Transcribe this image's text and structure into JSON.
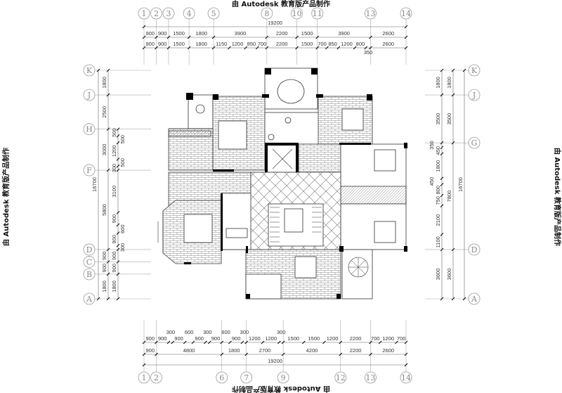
{
  "watermark": "由 Autodesk 教育版产品制作",
  "top": {
    "axes": [
      {
        "id": "1",
        "mm": 0
      },
      {
        "id": "2",
        "mm": 900
      },
      {
        "id": "3",
        "mm": 1800
      },
      {
        "id": "4",
        "mm": 3300
      },
      {
        "id": "5",
        "mm": 5100
      },
      {
        "id": "8",
        "mm": 9000
      },
      {
        "id": "10",
        "mm": 11200
      },
      {
        "id": "11",
        "mm": 12700
      },
      {
        "id": "13",
        "mm": 16600
      },
      {
        "id": "14",
        "mm": 19200
      }
    ],
    "overall": [
      "19200"
    ],
    "row1": [
      "900",
      "900",
      "1500",
      "1800",
      "3900",
      "2200",
      "1500",
      "3900",
      "2600"
    ],
    "row2": [
      "900",
      "900",
      "1500",
      "1800",
      "1150",
      "1200",
      "850",
      "700",
      "2200",
      "1500",
      "700",
      "850",
      "1200",
      "800",
      "350",
      "2600"
    ]
  },
  "bottom": {
    "axes": [
      {
        "id": "1",
        "mm": 0
      },
      {
        "id": "2",
        "mm": 900
      },
      {
        "id": "6",
        "mm": 5700
      },
      {
        "id": "7",
        "mm": 7500
      },
      {
        "id": "9",
        "mm": 10200
      },
      {
        "id": "12",
        "mm": 14400
      },
      {
        "id": "13",
        "mm": 16600
      },
      {
        "id": "14",
        "mm": 19200
      }
    ],
    "row1": [
      "900",
      "900",
      "300",
      "900",
      "600",
      "900",
      "300",
      "900",
      "600",
      "900",
      "300",
      "1200",
      "1200",
      "300",
      "1500",
      "1500",
      "1200",
      "2200",
      "700",
      "1200",
      "700"
    ],
    "row2": [
      "900",
      "4800",
      "1800",
      "2700",
      "4200",
      "2200",
      "2600"
    ],
    "overall": [
      "19200"
    ]
  },
  "left": {
    "axes": [
      {
        "id": "A",
        "mm": 0
      },
      {
        "id": "B",
        "mm": 1800
      },
      {
        "id": "C",
        "mm": 2700
      },
      {
        "id": "D",
        "mm": 3600
      },
      {
        "id": "F",
        "mm": 9400
      },
      {
        "id": "H",
        "mm": 12400
      },
      {
        "id": "J",
        "mm": 14900
      },
      {
        "id": "K",
        "mm": 16700
      }
    ],
    "overall": [
      "16700"
    ],
    "middle": [
      "1800",
      "900",
      "900",
      "5800",
      "3000",
      "2500",
      "1800"
    ],
    "inner": [
      "1800",
      "900",
      "900",
      "300",
      "900",
      "600",
      "900",
      "3100",
      "300",
      "500",
      "1200",
      "500",
      "500"
    ]
  },
  "right": {
    "axes": [
      {
        "id": "A",
        "mm": 0
      },
      {
        "id": "D",
        "mm": 3600
      },
      {
        "id": "G",
        "mm": 11400
      },
      {
        "id": "J",
        "mm": 14900
      },
      {
        "id": "K",
        "mm": 16700
      }
    ],
    "inner": [
      "3600",
      "1100",
      "2100",
      "750",
      "800",
      "450",
      "1800",
      "450",
      "350",
      "3500",
      "1800"
    ],
    "middle": [
      "3600",
      "7800",
      "3500",
      "1800"
    ],
    "overall": [
      "16700"
    ]
  }
}
